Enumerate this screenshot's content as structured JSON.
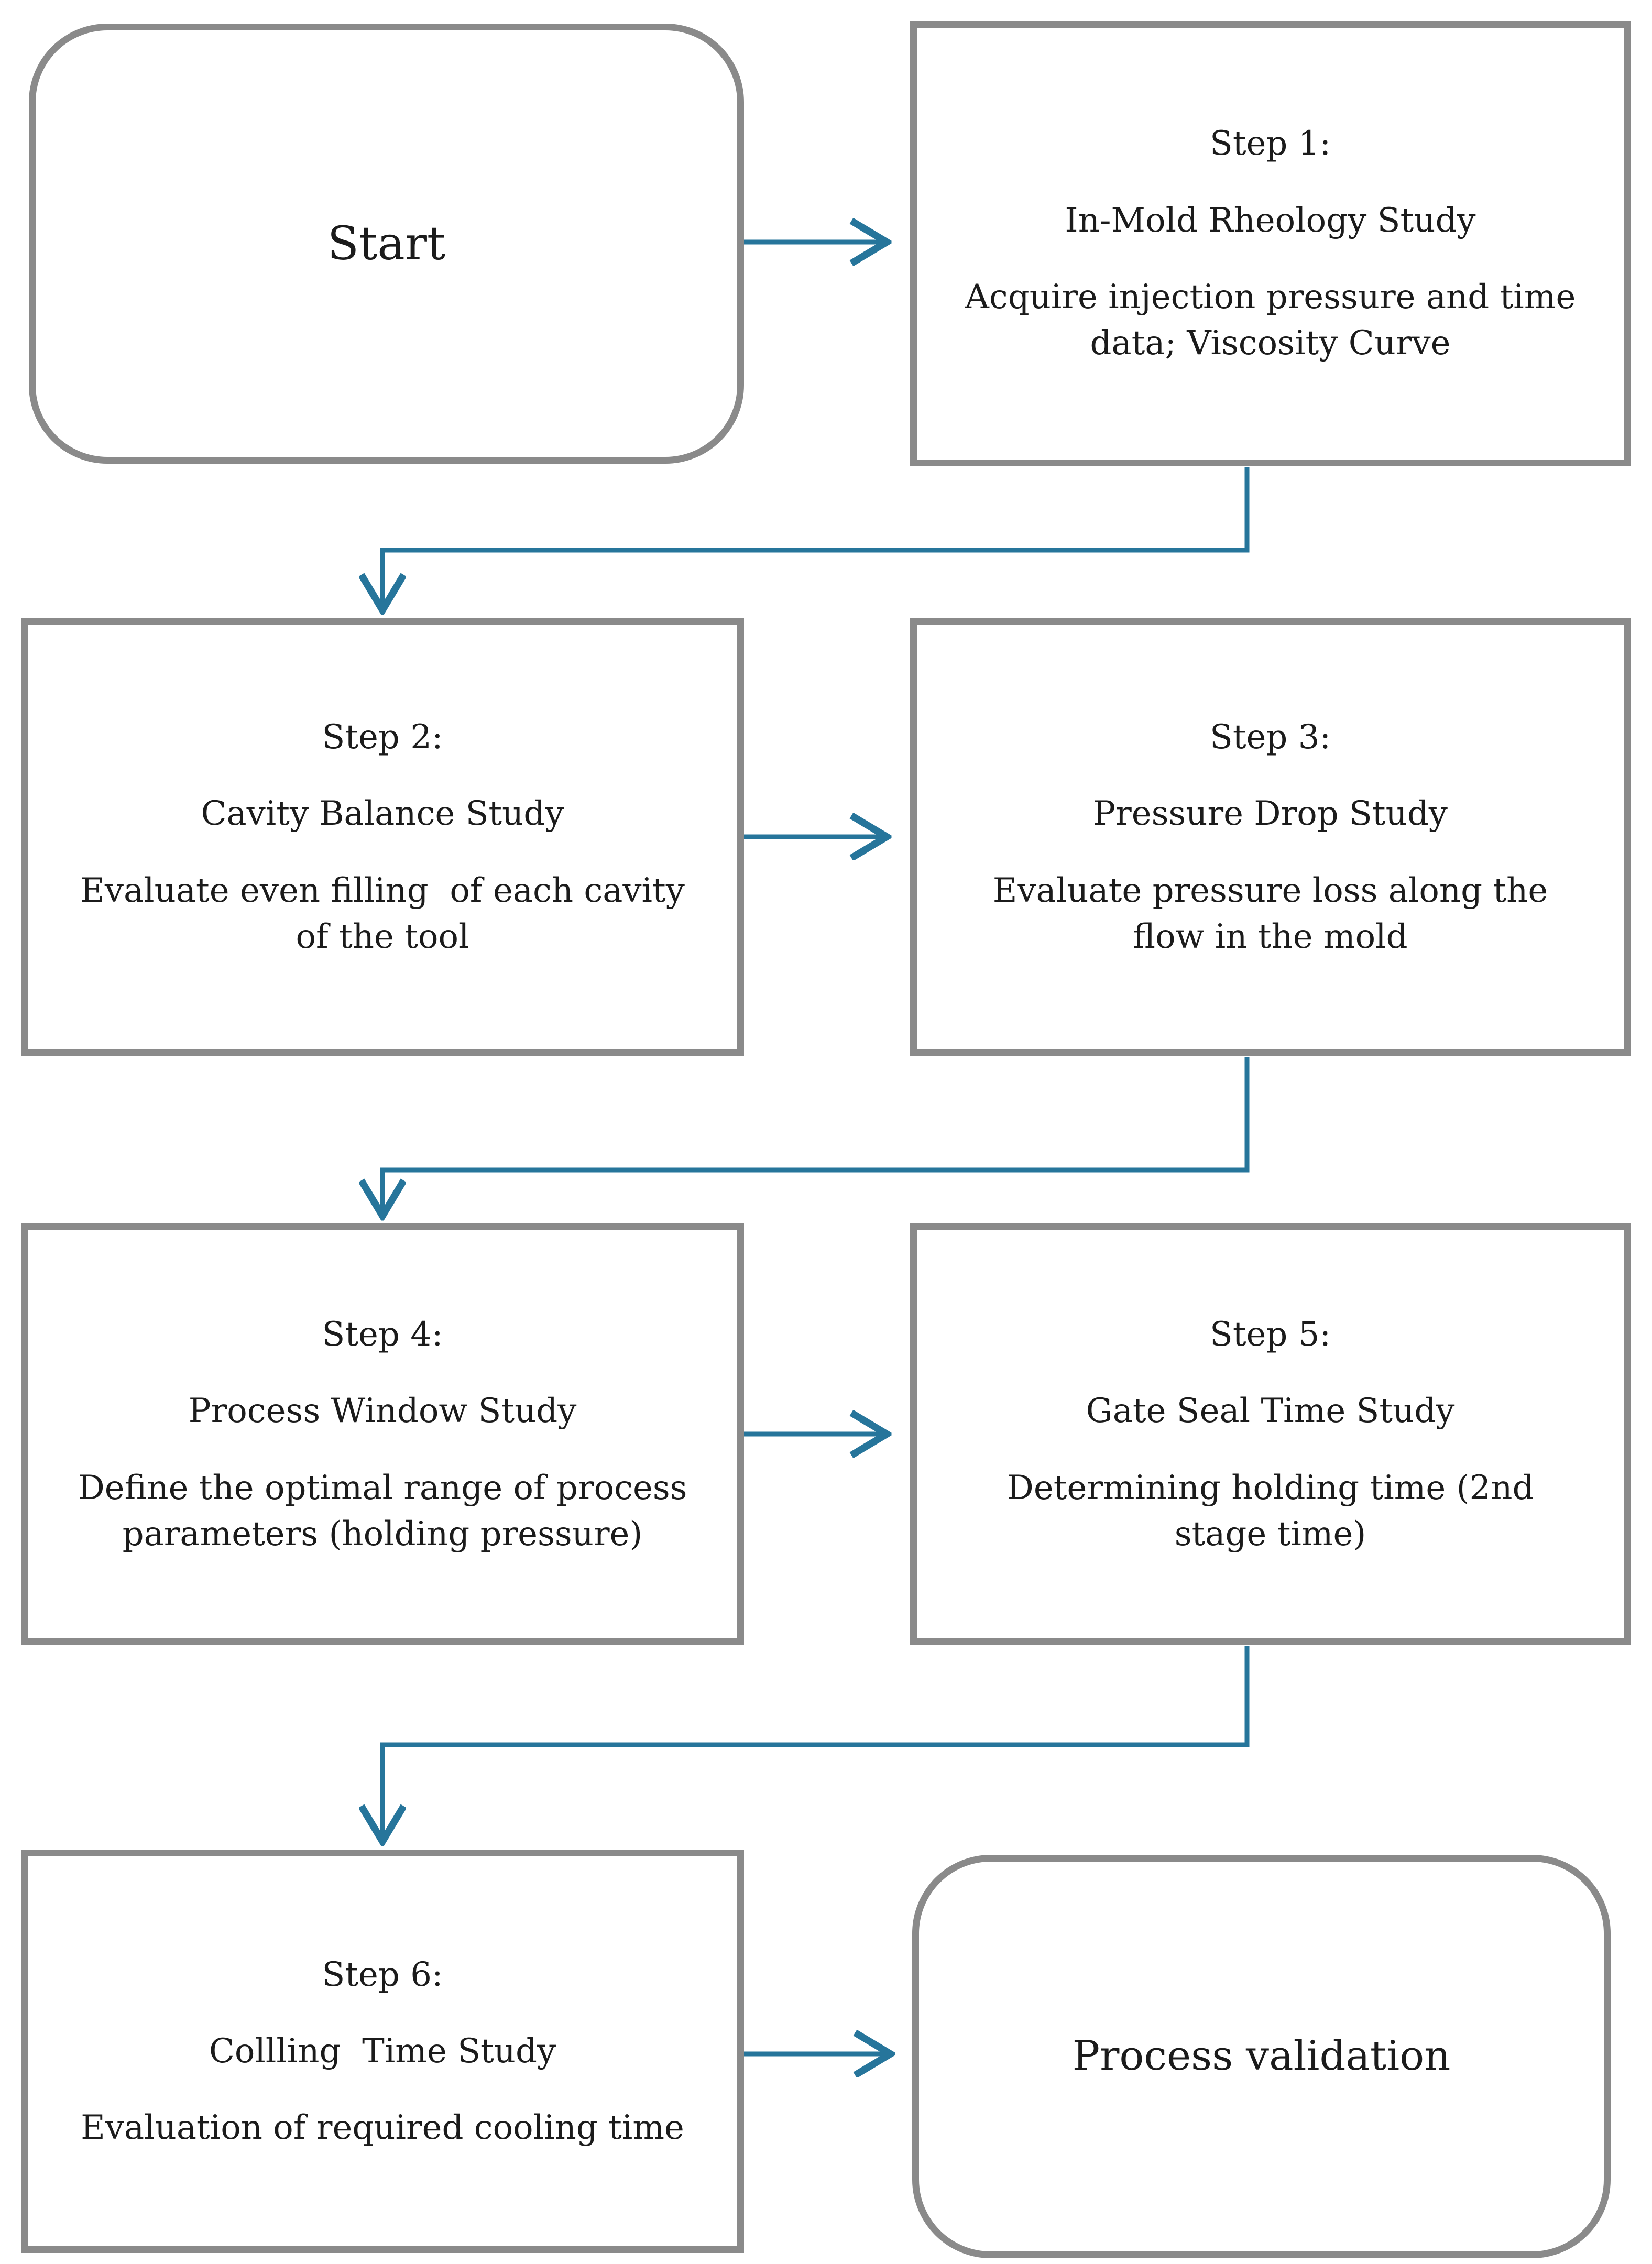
{
  "diagram": {
    "title_hint": "Injection molding scientific molding process flowchart",
    "colors": {
      "connector": "#26759b",
      "box_border": "#8a8a8a",
      "text": "#1b1b1b",
      "background": "#ffffff"
    },
    "start": {
      "label": "Start"
    },
    "end": {
      "label": "Process validation"
    },
    "steps": [
      {
        "heading": "Step 1:",
        "title": "In-Mold Rheology Study",
        "description": "Acquire injection pressure and time\ndata; Viscosity Curve"
      },
      {
        "heading": "Step 2:",
        "title": "Cavity Balance Study",
        "description": "Evaluate even filling  of each cavity\nof the tool"
      },
      {
        "heading": "Step 3:",
        "title": "Pressure Drop Study",
        "description": "Evaluate pressure loss along the\nflow in the mold"
      },
      {
        "heading": "Step 4:",
        "title": "Process Window Study",
        "description": "Define the optimal range of process\nparameters (holding pressure)"
      },
      {
        "heading": "Step 5:",
        "title": "Gate Seal Time Study",
        "description": "Determining holding time (2nd\nstage time)"
      },
      {
        "heading": "Step 6:",
        "title": "Collling  Time Study",
        "description": "Evaluation of required cooling time"
      }
    ]
  }
}
